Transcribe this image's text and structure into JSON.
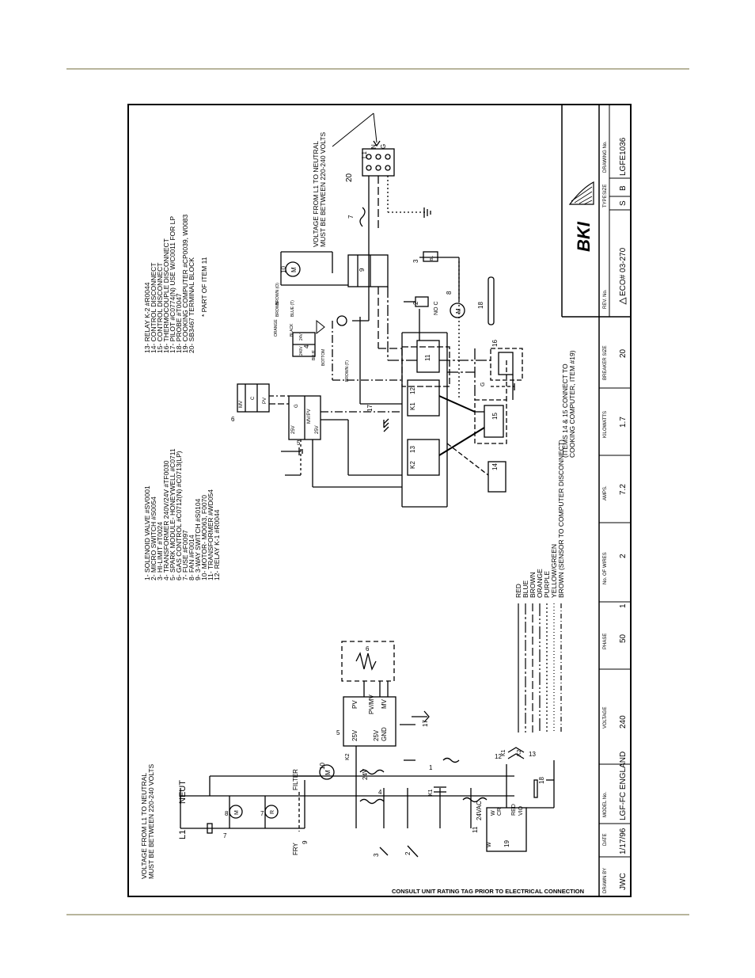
{
  "rule_color": "#b8b59c",
  "left_voltage_note": [
    "VOLTAGE FROM L1 TO NEUTRAL",
    "MUST BE BETWEEN 220-240 VOLTS"
  ],
  "right_voltage_note": [
    "VOLTAGE FROM L1 TO NEUTRAL",
    "MUST BE BETWEEN 220-240 VOLTS"
  ],
  "schematic_labels": {
    "l1": "L1",
    "neut": "NEUT",
    "filter": "FILTER",
    "fry": "FRY",
    "vac24": "24VAC",
    "v24": "24V",
    "v25": "25V",
    "gnd": "GND",
    "pv": "PV",
    "pvmv": "PV/MV",
    "mv": "MV",
    "k1": "K1",
    "k2": "K2",
    "m": "M",
    "r": "R",
    "w": "W",
    "cr": "CR",
    "red": "RED",
    "vio": "VIO",
    "bl": "BL",
    "n": "N",
    "g": "G",
    "noc": "NO C",
    "c": "C",
    "mvpv": "MV/PV",
    "v240": "240V",
    "blue": "BLUE",
    "black": "BLACK",
    "orange": "ORANGE",
    "brown": "BROWN",
    "blue_t": "BLUE (T)",
    "brown_t": "BROWN (T)",
    "bottom": "BOTTOM",
    "brown_o": "BROWN (O)"
  },
  "numbers": [
    "1",
    "2",
    "3",
    "4",
    "5",
    "6",
    "7",
    "8",
    "9",
    "10",
    "11",
    "12",
    "13",
    "14",
    "15",
    "16",
    "17",
    "18",
    "19",
    "20"
  ],
  "parts_list": [
    "1- SOLENOID VALVE #SV0001",
    "2- MICRO SWITCH #S0054",
    "3- HI-LIMIT #T0024",
    "4- TRANSFORMER 240V/24V #TF0030",
    "5- SPARK MODULE- HONEYWELL #C0711",
    "6- GAS CONTROL #C0712(N) #C0713(LP)",
    "7- FUSE #F0097",
    "8- FAN #F0014",
    "9- 3-WAY SWITCH #S0104",
    "10- MOTOR- MO063, F0070",
    "11- TRANSFORMER #WD054",
    "12- RELAY K-1 #R0044",
    "13- RELAY K-2 #R0044",
    "14- CONTROL DISCONNECT",
    "15- CONTROL DISCONNECT",
    "16- THERMOCOUPLE DISCONNECT",
    "17- PILOT #C0774(N) USE W/C0011 FOR LP",
    "18- PROBE #T0047",
    "19- COOKING COMPUTER #CP0039, W0083",
    "20- SB3467 TERMINAL BLOCK",
    "* PART OF ITEM 11"
  ],
  "wire_legend": [
    "RED",
    "BLUE",
    "BROWN",
    "ORANGE",
    "PURPLE",
    "YELLOW/GREEN",
    "BROWN (SENSOR TO COMPUTER DISCONNECT)"
  ],
  "items_note": [
    "(ITEMS 14 & 15 CONNECT TO",
    "COOKING COMPUTER, ITEM #19)"
  ],
  "consult_note": "CONSULT UNIT RATING TAG PRIOR TO ELECTRICAL CONNECTION",
  "title_block": {
    "drawn_by": {
      "label": "DRAWN BY",
      "value": "JWC"
    },
    "date": {
      "label": "DATE",
      "value": "1/17/96"
    },
    "model": {
      "label": "MODEL No.",
      "value": "LGF-FC ENGLAND"
    },
    "voltage": {
      "label": "VOLTAGE",
      "value": "240"
    },
    "phase": {
      "label": "PHASE",
      "value": "50"
    },
    "phase_extra": "1",
    "wires": {
      "label": "No. OF WIRES",
      "value": "2"
    },
    "amps": {
      "label": "AMPS.",
      "value": "7.2"
    },
    "kilowatts": {
      "label": "KILOWATTS",
      "value": "1.7"
    },
    "breaker": {
      "label": "BREAKER SIZE",
      "value": "20"
    },
    "rev": {
      "label": "REV. No.",
      "value": "ECO# 03-270"
    },
    "type": {
      "label": "TYPE",
      "value": "S"
    },
    "size": {
      "label": "SIZE",
      "value": "B"
    },
    "drawing": {
      "label": "DRAWING No.",
      "value": "LGFE1036"
    },
    "logo": "BKI"
  }
}
